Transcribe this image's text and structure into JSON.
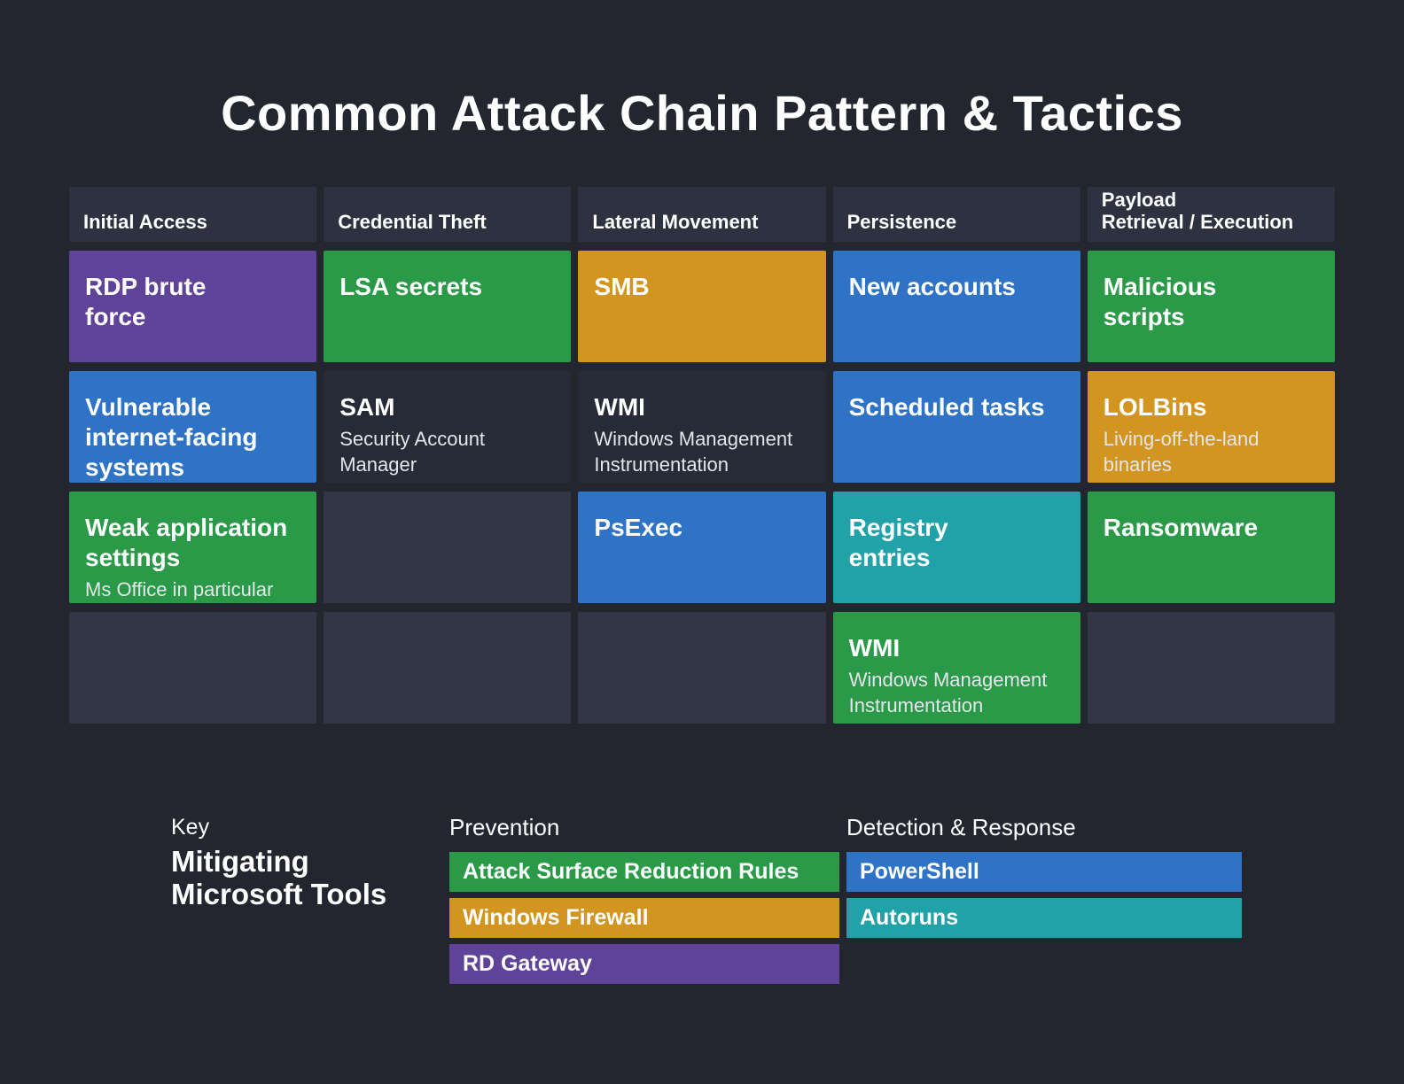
{
  "title": "Common Attack Chain Pattern & Tactics",
  "colors": {
    "page_bg": "#24262F",
    "header_bg": "#2E3140",
    "empty_cell_bg": "#333645",
    "dark_cell_bg": "#272A37",
    "purple": "#5F4399",
    "blue": "#2E73C6",
    "green": "#2A9A48",
    "orange": "#D29520",
    "teal": "#20A2A8",
    "title_text": "#FFFFFF",
    "subtitle_text": "#E4E6EC"
  },
  "columns": [
    {
      "header": "Initial Access",
      "cells": [
        {
          "title": "RDP brute\nforce",
          "color": "purple"
        },
        {
          "title": "Vulnerable\ninternet-facing\nsystems",
          "color": "blue"
        },
        {
          "title": "Weak application\nsettings",
          "subtitle": "Ms Office in particular",
          "color": "green"
        },
        {
          "color": "empty"
        }
      ]
    },
    {
      "header": "Credential Theft",
      "cells": [
        {
          "title": "LSA secrets",
          "color": "green"
        },
        {
          "title": "SAM",
          "subtitle": "Security Account\nManager",
          "color": "dark"
        },
        {
          "color": "empty"
        },
        {
          "color": "empty"
        }
      ]
    },
    {
      "header": "Lateral Movement",
      "cells": [
        {
          "title": "SMB",
          "color": "orange"
        },
        {
          "title": "WMI",
          "subtitle": "Windows Management\nInstrumentation",
          "color": "dark"
        },
        {
          "title": "PsExec",
          "color": "blue"
        },
        {
          "color": "empty"
        }
      ]
    },
    {
      "header": "Persistence",
      "cells": [
        {
          "title": "New accounts",
          "color": "blue"
        },
        {
          "title": "Scheduled tasks",
          "color": "blue"
        },
        {
          "title": "Registry\nentries",
          "color": "teal"
        },
        {
          "title": "WMI",
          "subtitle": "Windows Management\nInstrumentation",
          "color": "green"
        }
      ]
    },
    {
      "header": "Payload\nRetrieval / Execution",
      "cells": [
        {
          "title": "Malicious\nscripts",
          "color": "green"
        },
        {
          "title": "LOLBins",
          "subtitle": "Living-off-the-land\nbinaries",
          "color": "orange"
        },
        {
          "title": "Ransomware",
          "color": "green"
        },
        {
          "color": "empty"
        }
      ]
    }
  ],
  "legend": {
    "key_label": "Key",
    "key_title": "Mitigating\nMicrosoft Tools",
    "prevention": {
      "heading": "Prevention",
      "items": [
        {
          "label": "Attack Surface Reduction Rules",
          "color": "green"
        },
        {
          "label": "Windows Firewall",
          "color": "orange"
        },
        {
          "label": "RD Gateway",
          "color": "purple"
        }
      ]
    },
    "detection": {
      "heading": "Detection & Response",
      "items": [
        {
          "label": "PowerShell",
          "color": "blue"
        },
        {
          "label": "Autoruns",
          "color": "teal"
        }
      ]
    }
  }
}
